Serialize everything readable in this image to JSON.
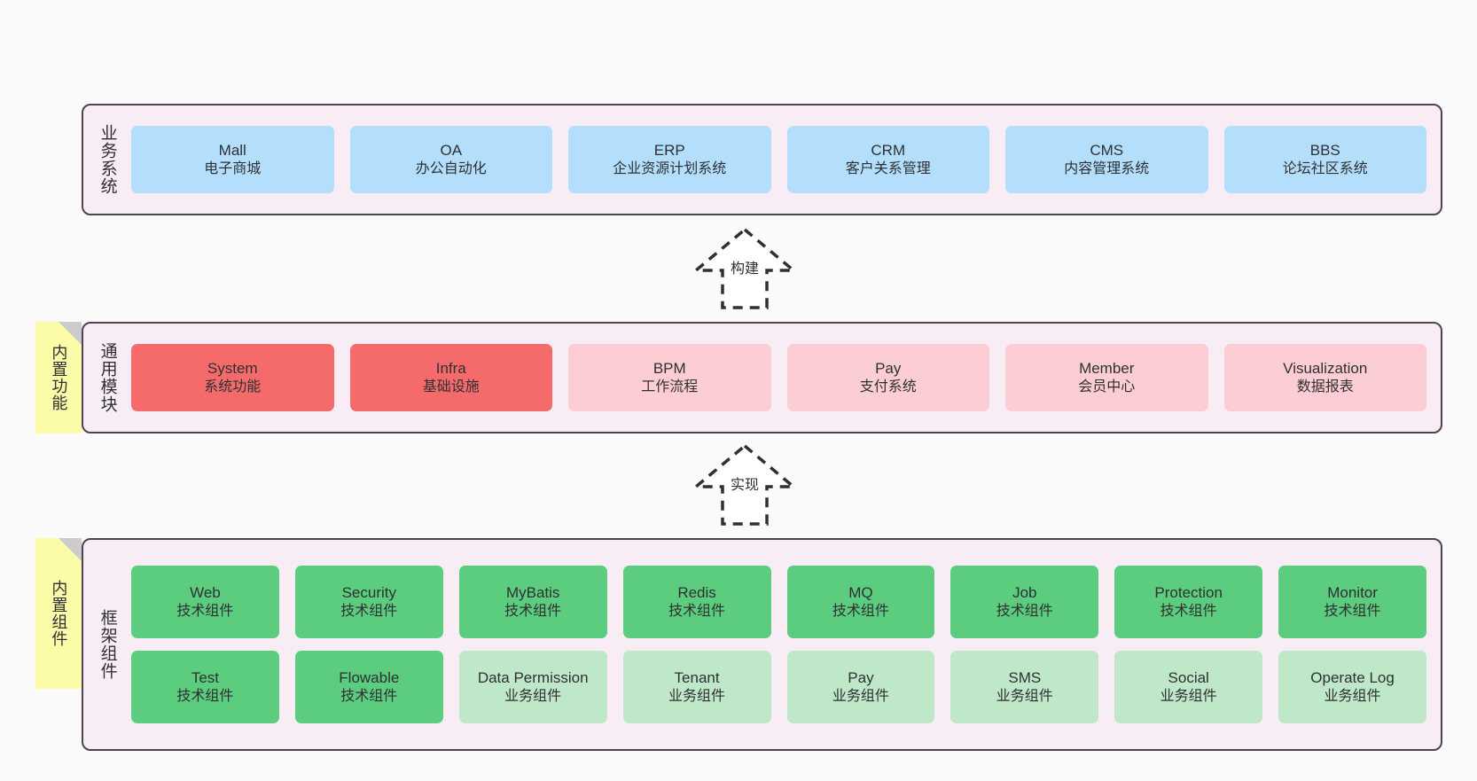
{
  "layers": {
    "business": {
      "title": "业务系统",
      "nodes": [
        {
          "name": "Mall",
          "sub": "电子商城"
        },
        {
          "name": "OA",
          "sub": "办公自动化"
        },
        {
          "name": "ERP",
          "sub": "企业资源计划系统"
        },
        {
          "name": "CRM",
          "sub": "客户关系管理"
        },
        {
          "name": "CMS",
          "sub": "内容管理系统"
        },
        {
          "name": "BBS",
          "sub": "论坛社区系统"
        }
      ]
    },
    "modules": {
      "title": "通用模块",
      "sticky": "内置功能",
      "nodes": [
        {
          "name": "System",
          "sub": "系统功能"
        },
        {
          "name": "Infra",
          "sub": "基础设施"
        },
        {
          "name": "BPM",
          "sub": "工作流程"
        },
        {
          "name": "Pay",
          "sub": "支付系统"
        },
        {
          "name": "Member",
          "sub": "会员中心"
        },
        {
          "name": "Visualization",
          "sub": "数据报表"
        }
      ]
    },
    "framework": {
      "title": "框架组件",
      "sticky": "内置组件",
      "row1": [
        {
          "name": "Web",
          "sub": "技术组件"
        },
        {
          "name": "Security",
          "sub": "技术组件"
        },
        {
          "name": "MyBatis",
          "sub": "技术组件"
        },
        {
          "name": "Redis",
          "sub": "技术组件"
        },
        {
          "name": "MQ",
          "sub": "技术组件"
        },
        {
          "name": "Job",
          "sub": "技术组件"
        },
        {
          "name": "Protection",
          "sub": "技术组件"
        },
        {
          "name": "Monitor",
          "sub": "技术组件"
        }
      ],
      "row2": [
        {
          "name": "Test",
          "sub": "技术组件"
        },
        {
          "name": "Flowable",
          "sub": "技术组件"
        },
        {
          "name": "Data Permission",
          "sub": "业务组件"
        },
        {
          "name": "Tenant",
          "sub": "业务组件"
        },
        {
          "name": "Pay",
          "sub": "业务组件"
        },
        {
          "name": "SMS",
          "sub": "业务组件"
        },
        {
          "name": "Social",
          "sub": "业务组件"
        },
        {
          "name": "Operate Log",
          "sub": "业务组件"
        }
      ]
    }
  },
  "connectors": {
    "build": "构建",
    "realize": "实现"
  },
  "colors": {
    "panel_background": "#f8edf5",
    "panel_border": "#4d4351",
    "business_node": "#b3dffd",
    "module_core": "#f56b6b",
    "module_optional": "#fccdd3",
    "component_tech": "#5ccc7e",
    "component_business": "#bfe8c8",
    "sticky_note": "#fbfba8",
    "page_background": "#fafafa"
  }
}
